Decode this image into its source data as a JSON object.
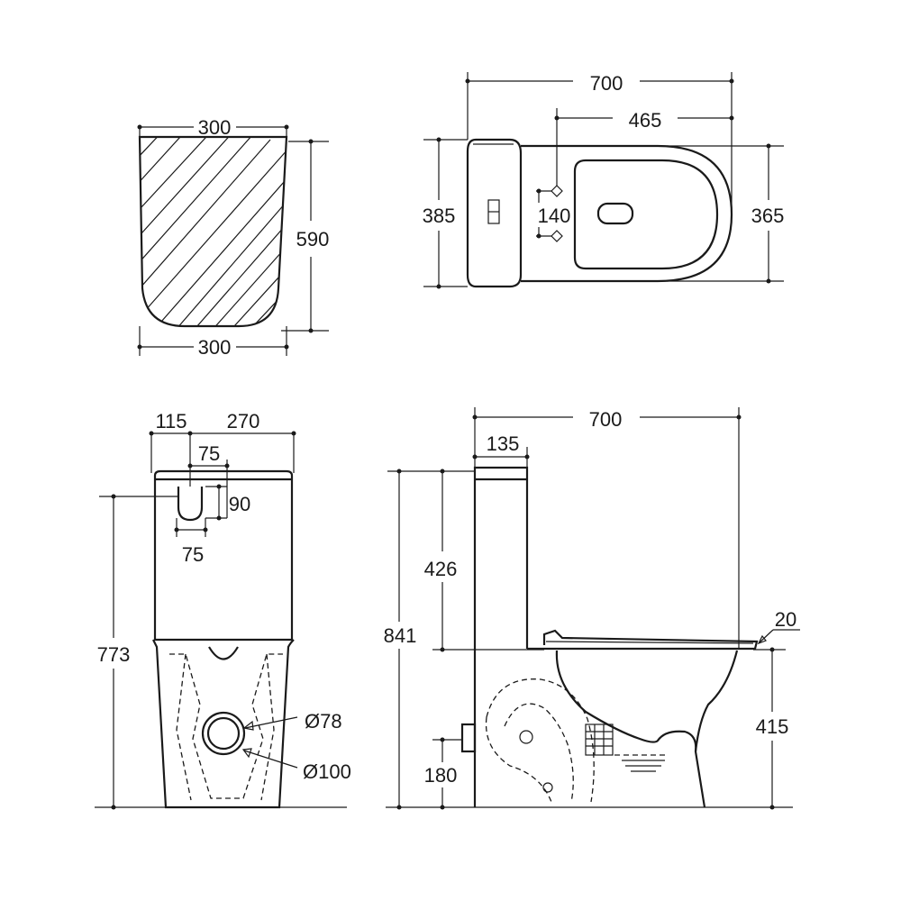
{
  "dimensions": {
    "tank_width_top": "300",
    "tank_width_bottom": "300",
    "tank_depth": "590",
    "overall_length_top": "700",
    "outlet_offset": "465",
    "tank_depth_top": "385",
    "fixing_spacing": "140",
    "bowl_width": "365",
    "offset_115": "115",
    "offset_270": "270",
    "inlet_75_top": "75",
    "inlet_90": "90",
    "inlet_75_bottom": "75",
    "height_773": "773",
    "outlet_dia_78": "Ø78",
    "outlet_dia_100": "Ø100",
    "overall_length_side": "700",
    "tank_thickness": "135",
    "height_426": "426",
    "height_841": "841",
    "seat_thickness": "20",
    "seat_height": "415",
    "inlet_height": "180"
  }
}
